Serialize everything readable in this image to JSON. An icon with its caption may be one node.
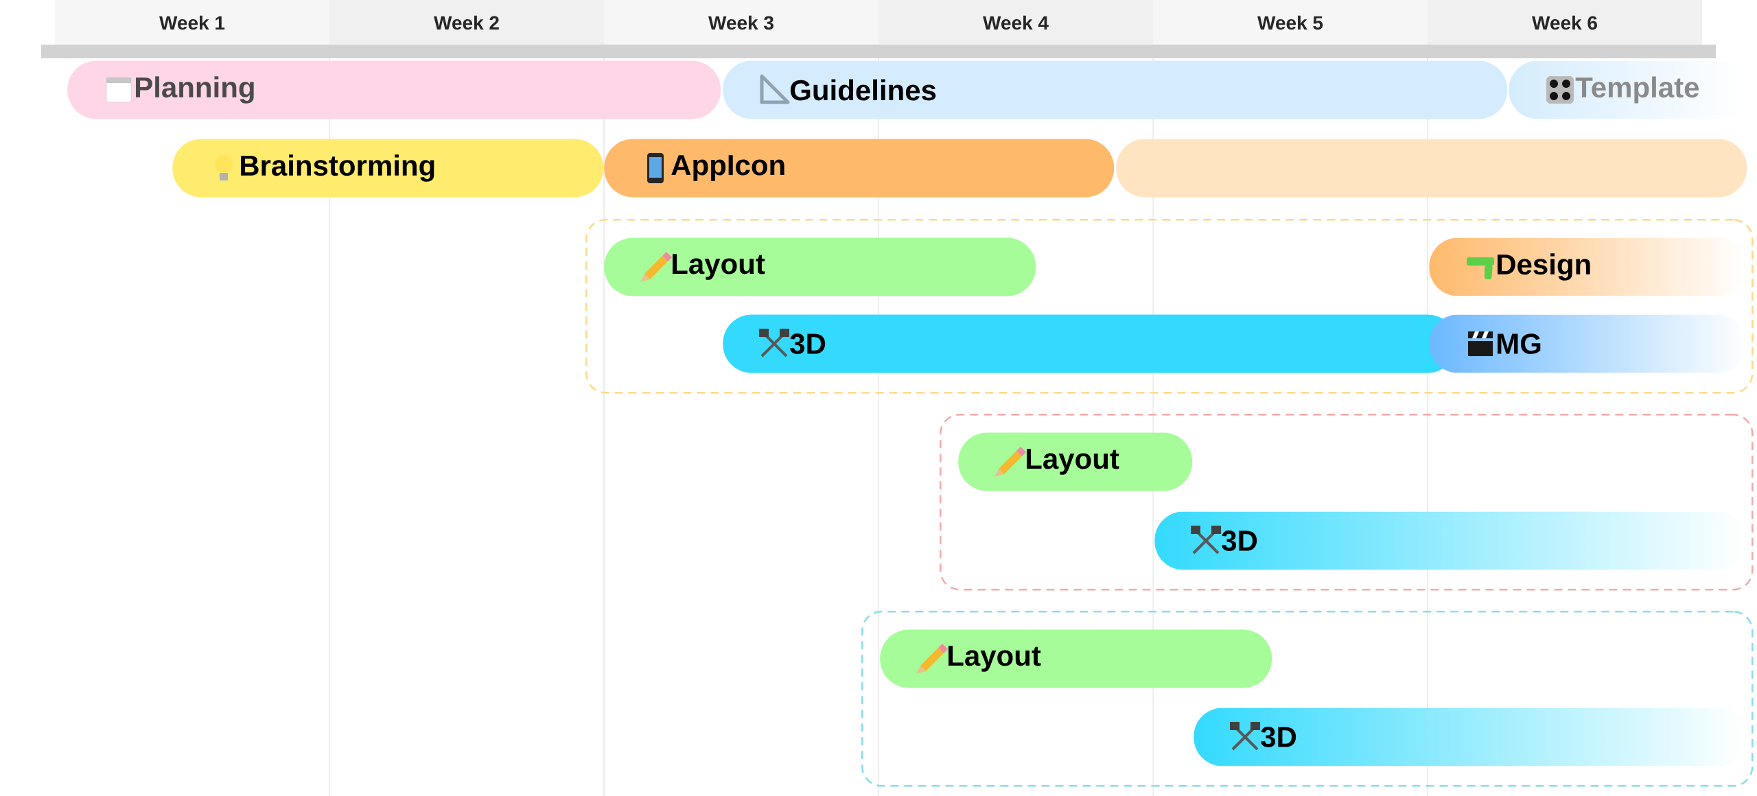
{
  "diagram": {
    "nodes": [
      {
        "text": [
          "Planning"
        ]
      },
      {
        "text": [
          "Guidelines"
        ]
      },
      {
        "text": [
          "Template"
        ]
      },
      {
        "text": [
          "Brainstorming"
        ]
      },
      {
        "text": [
          "AppIcon"
        ]
      },
      {
        "text": [],
        "shape": "bar"
      },
      {
        "text": [],
        "shape": "box"
      },
      {
        "text": [
          "Layout"
        ],
        "in": 6
      },
      {
        "text": [
          "Design"
        ],
        "in": 6
      },
      {
        "text": [
          "3D"
        ],
        "in": 6
      },
      {
        "text": [
          "MG"
        ],
        "in": 6
      },
      {
        "text": [],
        "shape": "box"
      },
      {
        "text": [
          "Layout"
        ],
        "in": 11
      },
      {
        "text": [
          "3D"
        ],
        "in": 11
      },
      {
        "text": [],
        "shape": "box"
      },
      {
        "text": [
          "Layout"
        ],
        "in": 14
      },
      {
        "text": [
          "3D"
        ],
        "in": 14
      }
    ],
    "labels": [
      "Week 1",
      "Week 2",
      "Week 3",
      "Week 4",
      "Week 5",
      "Week 6"
    ]
  }
}
